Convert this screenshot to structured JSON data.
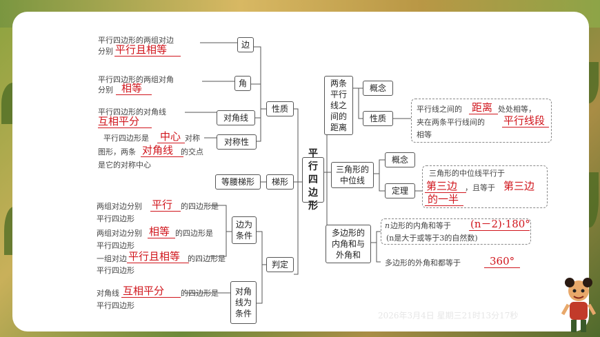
{
  "center": "平行四边形",
  "branches": {
    "nature": "性质",
    "trapezoid": "梯形",
    "judge": "判定",
    "distance": "两条平行线之间的距离",
    "midline": "三角形的中位线",
    "polygon": "多边形的内角和与外角和"
  },
  "nature_items": {
    "side": "边",
    "angle": "角",
    "diagonal": "对角线",
    "symmetry": "对称性"
  },
  "trapezoid_item": "等腰梯形",
  "judge_items": {
    "sides": "边为条件",
    "diagonals": "对角线为条件"
  },
  "distance_items": {
    "concept": "概念",
    "property": "性质"
  },
  "midline_items": {
    "concept": "概念",
    "theorem": "定理"
  },
  "texts": {
    "side_1": "平行四边形的两组对边",
    "side_2": "分别",
    "angle_1": "平行四边形的两组对角",
    "angle_2": "分别",
    "diag_1": "平行四边形的对角线",
    "sym_1a": "平行四边形是",
    "sym_1b": "对称",
    "sym_2a": "图形，两条",
    "sym_2b": "的交点",
    "sym_3": "是它的对称中心",
    "j1_1a": "两组对边分别",
    "j1_1b": "的四边形是",
    "j1_2": "平行四边形",
    "j2_1a": "两组对边分别",
    "j2_1b": "的四边形是",
    "j2_2": "平行四边形",
    "j3_1a": "一组对边",
    "j3_1b": "的四边形是",
    "j3_2": "平行四边形",
    "j4_1a": "对角线",
    "j4_1b": "的四边形是",
    "j4_2": "平行四边形",
    "dist_1a": "平行线之间的",
    "dist_1b": "处处相等，",
    "dist_2": "夹在两条平行线间的",
    "dist_3": "相等",
    "mid_1": "三角形的中位线平行于",
    "mid_2": "，且等于",
    "poly_1": "边形的内角和等于",
    "poly_n": "n",
    "poly_2": "(n是大于或等于3的自然数)",
    "poly_3": "多边形的外角和都等于"
  },
  "answers": {
    "side": "平行且相等",
    "angle": "相等",
    "diagonal": "互相平分",
    "sym_center": "中心",
    "sym_diag": "对角线",
    "j1": "平行",
    "j2": "相等",
    "j3": "平行且相等",
    "j4": "互相平分",
    "dist_a": "距离",
    "dist_b": "平行线段",
    "mid_a": "第三边",
    "mid_b": "第三边",
    "mid_c": "的一半",
    "poly_a": "(n－2)·180°",
    "poly_b": "360°"
  },
  "timestamp": "2026年3月4日 星期三21时13分17秒",
  "colors": {
    "answer": "#d0141b",
    "line": "#555555"
  }
}
